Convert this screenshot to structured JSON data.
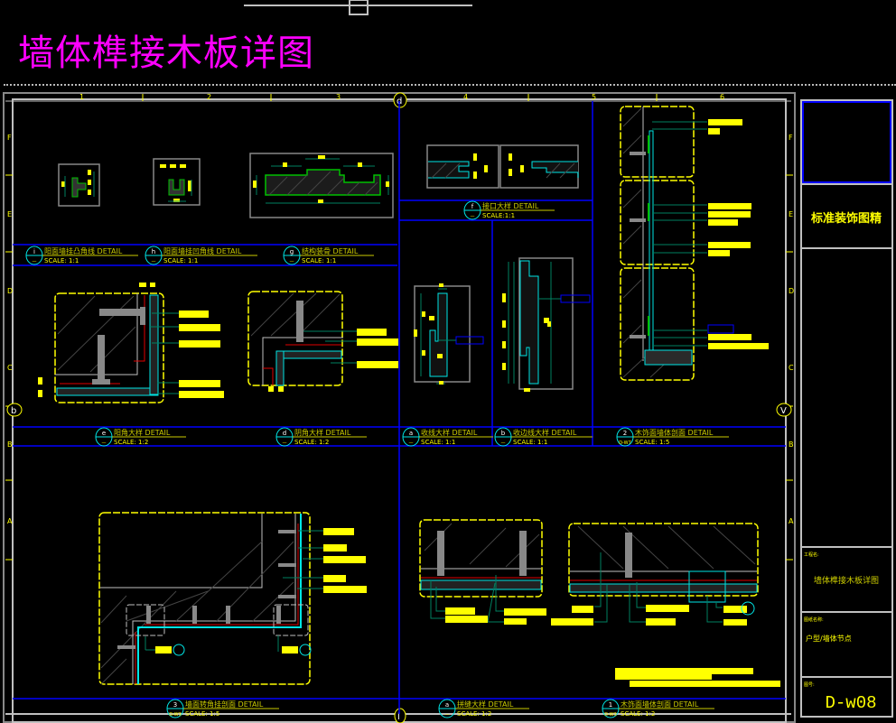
{
  "drawing": {
    "title": "墙体榫接木板详图",
    "sheet_number": "D-w08",
    "company": "标准装饰图精",
    "sheet_name_label": "工程名:",
    "sheet_name": "墙体榫接木板详图",
    "drawing_label": "图纸名称:",
    "drawing_value": "户型/墙体节点",
    "number_label": "图号:"
  },
  "grid": {
    "columns": [
      "1",
      "2",
      "3",
      "4",
      "5",
      "6"
    ],
    "rows": [
      "F",
      "E",
      "D",
      "C",
      "B",
      "A"
    ],
    "axis_bubbles": [
      "d",
      "b",
      "V",
      "l"
    ]
  },
  "details": [
    {
      "id": "i",
      "name": "阳面墙挂凸角线",
      "suffix": "DETAIL",
      "scale": "SCALE: 1:1",
      "ref": "—"
    },
    {
      "id": "h",
      "name": "阳面墙挂凹角线",
      "suffix": "DETAIL",
      "scale": "SCALE: 1:1",
      "ref": "—"
    },
    {
      "id": "g",
      "name": "结构装骨",
      "suffix": "DETAIL",
      "scale": "SCALE: 1:1",
      "ref": "—"
    },
    {
      "id": "f",
      "name": "接口大样",
      "suffix": "DETAIL",
      "scale": "SCALE:1:1",
      "ref": "—"
    },
    {
      "id": "e",
      "name": "阳角大样",
      "suffix": "DETAIL",
      "scale": "SCALE: 1:2",
      "ref": "—"
    },
    {
      "id": "d",
      "name": "阴角大样",
      "suffix": "DETAIL",
      "scale": "SCALE: 1:2",
      "ref": "—"
    },
    {
      "id": "a",
      "name": "收线大样",
      "suffix": "DETAIL",
      "scale": "SCALE: 1:1",
      "ref": "—"
    },
    {
      "id": "b",
      "name": "收边线大样",
      "suffix": "DETAIL",
      "scale": "SCALE: 1:1",
      "ref": "—"
    },
    {
      "id": "2",
      "name": "木饰面墙体剖面",
      "suffix": "DETAIL",
      "scale": "SCALE: 1:5",
      "ref": "D-W7"
    },
    {
      "id": "3",
      "name": "墙面转角挂剖面",
      "suffix": "DETAIL",
      "scale": "SCALE: 1:5",
      "ref": "D-W3"
    },
    {
      "id": "a",
      "name": "拼缝大样",
      "suffix": "DETAIL",
      "scale": "SCALE: 1:2",
      "ref": "—"
    },
    {
      "id": "1",
      "name": "木饰面墙体剖面",
      "suffix": "DETAIL",
      "scale": "SCALE: 1:2",
      "ref": "D-W3"
    }
  ],
  "dimensions": {
    "profile_g": [
      "20",
      "18",
      "18",
      "70",
      "14.5",
      "15"
    ],
    "profile_h": [
      "3.3",
      "3.3",
      "3.3",
      "18"
    ],
    "joint_f": [
      "14",
      "13",
      "10",
      "1.5"
    ],
    "corner_e": [
      "15",
      "18"
    ],
    "edge_a": [
      "18",
      "14",
      "10",
      "25",
      "1.2",
      "2.8"
    ],
    "edge_b": [
      "17.5",
      "50",
      "1.2",
      "17"
    ]
  },
  "colors": {
    "background": "#000000",
    "title": "#ff00ff",
    "annotation": "#ffff00",
    "frame": "#c0c0c0",
    "section_lines": "#0000ff",
    "cyan": "#00e5e5",
    "green": "#00c000",
    "leader": "#008060",
    "red": "#e00000"
  }
}
